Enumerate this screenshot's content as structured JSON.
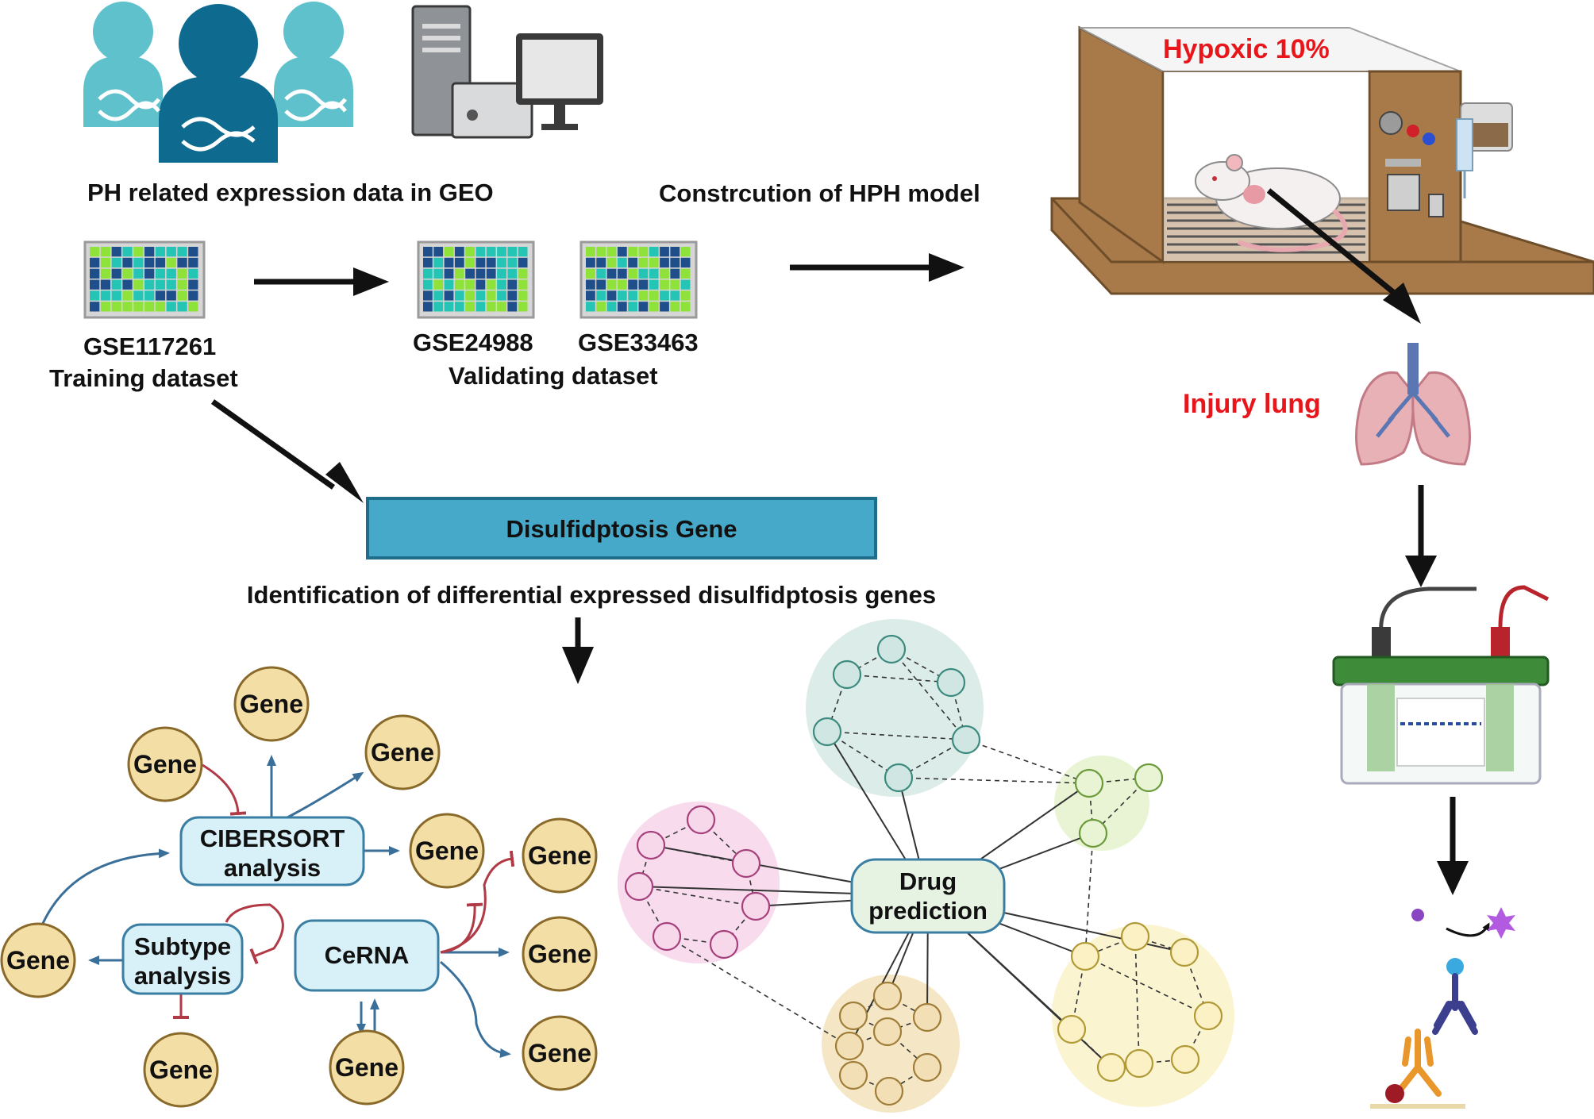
{
  "texts": {
    "ph_expression": "PH related expression data in GEO",
    "hph_model": "Constrcution of HPH model",
    "hypoxic": "Hypoxic 10%",
    "injury_lung": "Injury lung",
    "gse117261": "GSE117261",
    "training": "Training dataset",
    "gse24988": "GSE24988",
    "gse33463": "GSE33463",
    "validating": "Validating dataset",
    "disulfidptosis_gene": "Disulfidptosis Gene",
    "identification": "Identification of differential expressed disulfidptosis genes",
    "cibersort_line1": "CIBERSORT",
    "cibersort_line2": "analysis",
    "subtype_line1": "Subtype",
    "subtype_line2": "analysis",
    "cerna": "CeRNA",
    "drug_line1": "Drug",
    "drug_line2": "prediction",
    "gene": "Gene"
  },
  "colors": {
    "heatmap_dark": "#1f4f8a",
    "heatmap_teal": "#25c5b5",
    "heatmap_green": "#8ee23a",
    "gene_fill": "#f3dfa5",
    "gene_stroke": "#8a6a2a",
    "box_fill": "#d8f0f7",
    "box_stroke": "#3a7fa3",
    "banner_fill": "#47a9c9",
    "banner_stroke": "#1e6d8a",
    "arrow_blue": "#3a6f99",
    "inhibit_red": "#b03a45",
    "people_light": "#5ec1cb",
    "people_dark": "#0e6b8f"
  },
  "icons": [
    "people-dna-icon",
    "computer-icon",
    "hypoxia-chamber-icon",
    "rat-icon",
    "lung-icon",
    "western-blot-icon",
    "antibody-icon"
  ]
}
